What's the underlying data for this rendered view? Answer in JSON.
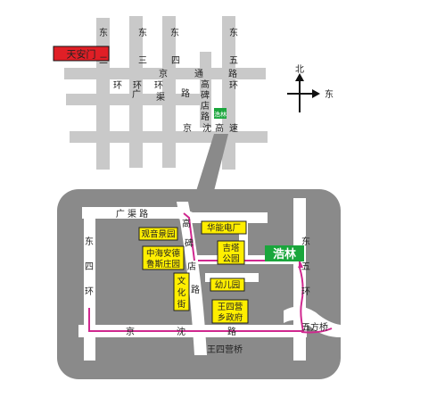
{
  "overview": {
    "landmark": "天安门",
    "roads": {
      "east2": [
        "东",
        "二",
        "环"
      ],
      "east3": [
        "三",
        "环"
      ],
      "east4": [
        "东",
        "四",
        "环"
      ],
      "east5": [
        "东",
        "五",
        "环"
      ],
      "tonghui": [
        "京",
        "通",
        "路"
      ],
      "guangqu": [
        "广",
        "渠",
        "路"
      ],
      "gaobeidian": [
        "高",
        "碑",
        "店",
        "路"
      ],
      "jingshen": [
        "京",
        "沈",
        "高",
        "速"
      ]
    },
    "brand_badge": "浩林",
    "compass": {
      "north": "北",
      "east": "东"
    }
  },
  "detail": {
    "roads": {
      "guangqu": "广 渠 路",
      "east4": [
        "东",
        "四",
        "环"
      ],
      "gaobeidian": [
        "高",
        "碑",
        "店",
        "路"
      ],
      "jingshen": [
        "京",
        "沈",
        "路"
      ],
      "east5": [
        "东",
        "五",
        "环"
      ],
      "wangsiying_bridge": "王四营桥",
      "wufang_bridge": "五方桥"
    },
    "places": {
      "guanyin": "观音景园",
      "huaneng": "华能电厂",
      "zhonghai": [
        "中海安德",
        "鲁斯庄园"
      ],
      "jiata": [
        "吉塔",
        "公园"
      ],
      "wenhua": [
        "文",
        "化",
        "街"
      ],
      "kindergarten": "幼儿园",
      "wangsiying_gov": [
        "王四营",
        "乡政府"
      ]
    },
    "brand_badge": "浩林"
  },
  "colors": {
    "road": "#c9c9c9",
    "panel": "#8a8a8a",
    "landmark_fill": "#e01f26",
    "place_fill": "#ffee00",
    "badge_fill": "#1aa63c",
    "route": "#d0288f"
  }
}
